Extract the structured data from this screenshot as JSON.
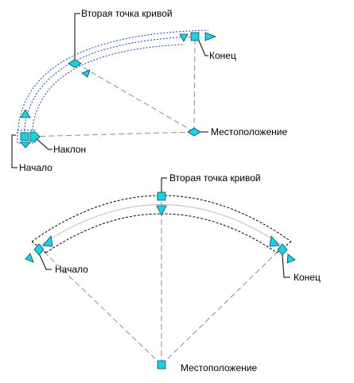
{
  "diagram": {
    "top": {
      "label_second_point": "Вторая точка кривой",
      "label_end": "Конец",
      "label_location": "Местоположение",
      "label_slope": "Наклон",
      "label_start": "Начало"
    },
    "bottom": {
      "label_second_point": "Вторая точка кривой",
      "label_start": "Начало",
      "label_end": "Конец",
      "label_location": "Местоположение"
    },
    "colors": {
      "grip_fill": "#19d2e0",
      "grip_stroke": "#0b4a5a",
      "dashed_line": "#8c8c8c",
      "curve_dotted": "#1f3fb0"
    }
  }
}
